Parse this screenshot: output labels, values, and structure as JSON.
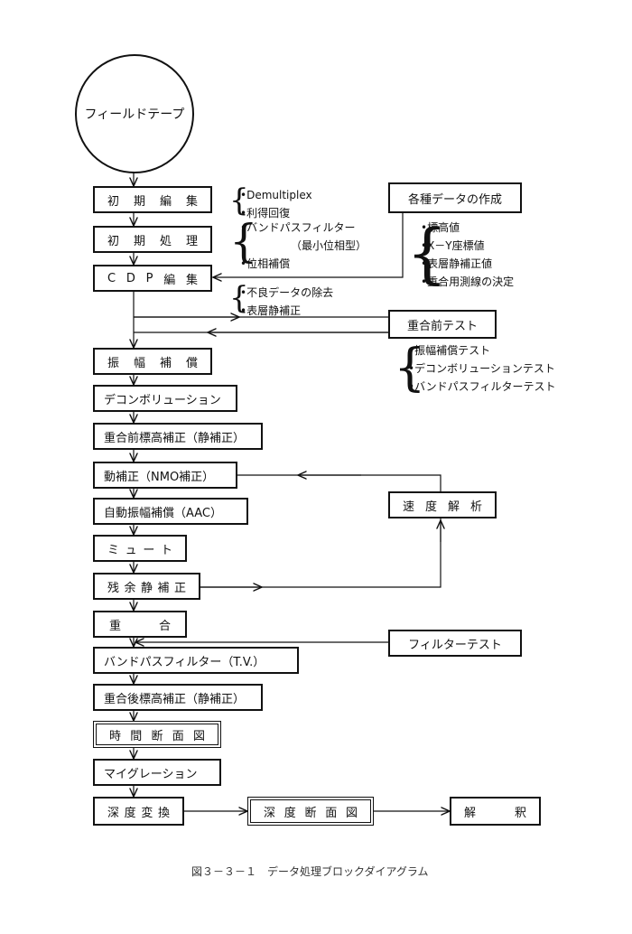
{
  "start": "フィールドテープ",
  "steps": {
    "initial_edit": [
      "初",
      "期",
      "編",
      "集"
    ],
    "initial_proc": [
      "初",
      "期",
      "処",
      "理"
    ],
    "cdp_edit": [
      "C",
      "D",
      "P",
      "編",
      "集"
    ],
    "amp_comp": [
      "振",
      "幅",
      "補",
      "償"
    ],
    "deconvolution": "デコンボリューション",
    "pre_stack_static": "重合前標高補正（静補正）",
    "nmo": "動補正（NMO補正）",
    "aac": "自動振幅補償（AAC）",
    "mute": [
      "ミ",
      "ュ",
      "ー",
      "ト"
    ],
    "residual_static": [
      "残",
      "余",
      "静",
      "補",
      "正"
    ],
    "stack": [
      "重",
      "合"
    ],
    "bandpass_tv": "バンドパスフィルター（T.V.）",
    "post_stack_static": "重合後標高補正（静補正）",
    "time_section": [
      "時",
      "間",
      "断",
      "面",
      "図"
    ],
    "migration": "マイグレーション",
    "depth_conversion": [
      "深",
      "度",
      "変",
      "換"
    ],
    "depth_section": [
      "深",
      "度",
      "断",
      "面",
      "図"
    ],
    "interpretation": [
      "解",
      "釈"
    ]
  },
  "side": {
    "data_creation": "各種データの作成",
    "pre_stack_test": "重合前テスト",
    "velocity_analysis": [
      "速",
      "度",
      "解",
      "析"
    ],
    "filter_test": "フィルターテスト"
  },
  "notes": {
    "initial_edit": [
      "•Demultiplex",
      "•利得回復"
    ],
    "initial_proc": [
      "•バンドパスフィルター",
      "（最小位相型）",
      "•位相補償"
    ],
    "data_creation": [
      "•標高値",
      "•X－Y座標値",
      "•表層静補正値",
      "•重合用測線の決定"
    ],
    "cdp_edit": [
      "•不良データの除去",
      "•表層静補正"
    ],
    "pre_stack_test": [
      "•振幅補償テスト",
      "•デコンボリューションテスト",
      "•バンドパスフィルターテスト"
    ]
  },
  "caption": "図３－３－１　データ処理ブロックダイアグラム"
}
